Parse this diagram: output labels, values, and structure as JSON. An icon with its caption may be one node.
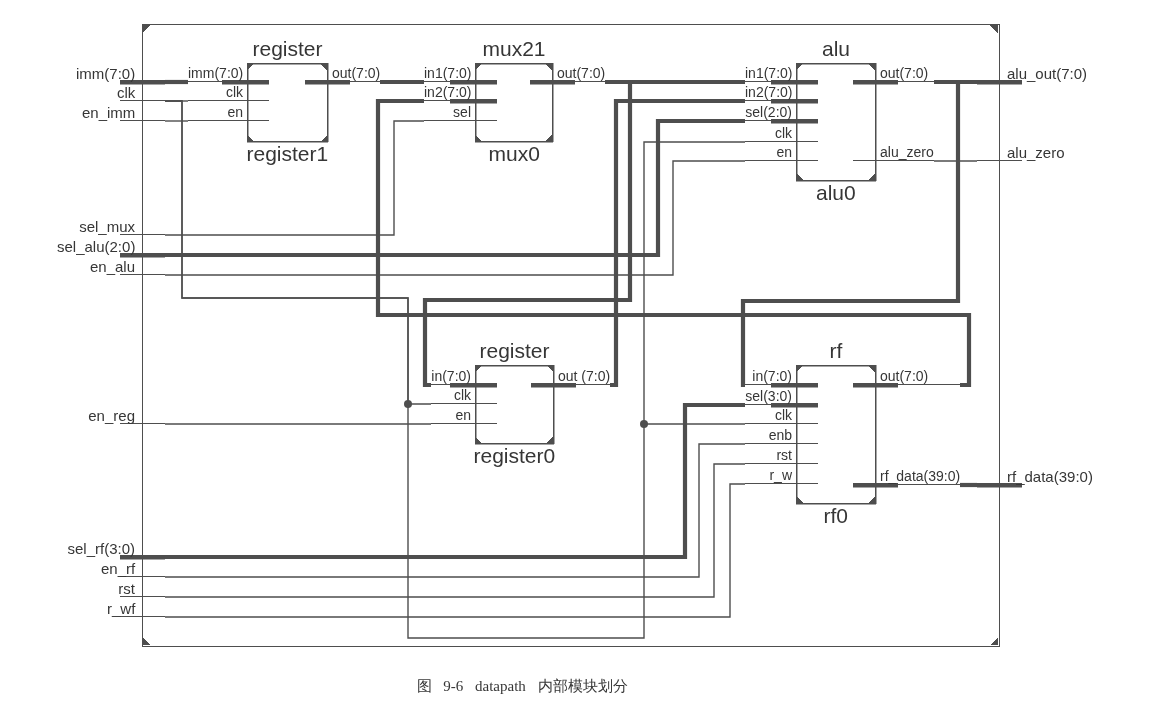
{
  "diagram": {
    "caption": "图 9-6 datapath 内部模块划分",
    "nodes": [
      {
        "text": [],
        "shape": "box"
      },
      {
        "text": [
          "register",
          "register1"
        ],
        "in": 0
      },
      {
        "text": [
          "imm(7:0)"
        ],
        "in": 1
      },
      {
        "text": [
          "clk"
        ],
        "in": 1
      },
      {
        "text": [
          "en"
        ],
        "in": 1
      },
      {
        "text": [
          "out(7:0)"
        ],
        "in": 1
      },
      {
        "text": [
          "mux21",
          "mux0"
        ],
        "in": 0
      },
      {
        "text": [
          "in1(7:0)"
        ],
        "in": 6
      },
      {
        "text": [
          "in2(7:0)"
        ],
        "in": 6
      },
      {
        "text": [
          "sel"
        ],
        "in": 6
      },
      {
        "text": [
          "out(7:0)"
        ],
        "in": 6
      },
      {
        "text": [
          "alu",
          "alu0"
        ],
        "in": 0
      },
      {
        "text": [
          "in1(7:0)"
        ],
        "in": 11
      },
      {
        "text": [
          "in2(7:0)"
        ],
        "in": 11
      },
      {
        "text": [
          "sel(2:0)"
        ],
        "in": 11
      },
      {
        "text": [
          "clk"
        ],
        "in": 11
      },
      {
        "text": [
          "en"
        ],
        "in": 11
      },
      {
        "text": [
          "out(7:0)"
        ],
        "in": 11
      },
      {
        "text": [
          "alu_zero"
        ],
        "in": 11
      },
      {
        "text": [
          "register",
          "register0"
        ],
        "in": 0
      },
      {
        "text": [
          "in(7:0)"
        ],
        "in": 19
      },
      {
        "text": [
          "clk"
        ],
        "in": 19
      },
      {
        "text": [
          "en"
        ],
        "in": 19
      },
      {
        "text": [
          "out (7:0)"
        ],
        "in": 19
      },
      {
        "text": [
          "rf",
          "rf0"
        ],
        "in": 0
      },
      {
        "text": [
          "in(7:0)"
        ],
        "in": 24
      },
      {
        "text": [
          "sel(3:0)"
        ],
        "in": 24
      },
      {
        "text": [
          "clk"
        ],
        "in": 24
      },
      {
        "text": [
          "enb"
        ],
        "in": 24
      },
      {
        "text": [
          "rst"
        ],
        "in": 24
      },
      {
        "text": [
          "r_w"
        ],
        "in": 24
      },
      {
        "text": [
          "out(7:0)"
        ],
        "in": 24
      },
      {
        "text": [
          "rf_data(39:0)"
        ],
        "in": 24
      },
      {
        "text": [
          "imm(7:0)"
        ]
      },
      {
        "text": [
          "clk"
        ]
      },
      {
        "text": [
          "en_imm"
        ]
      },
      {
        "text": [
          "sel_mux"
        ]
      },
      {
        "text": [
          "sel_alu(2:0)"
        ]
      },
      {
        "text": [
          "en_alu"
        ]
      },
      {
        "text": [
          "en_reg"
        ]
      },
      {
        "text": [
          "sel_rf(3:0)"
        ]
      },
      {
        "text": [
          "en_rf"
        ]
      },
      {
        "text": [
          "rst"
        ]
      },
      {
        "text": [
          "r_wf"
        ]
      },
      {
        "text": [
          "alu_out(7:0)"
        ]
      },
      {
        "text": [
          "alu_zero"
        ]
      },
      {
        "text": [
          "rf_data(39:0)"
        ]
      }
    ],
    "edges": [
      {
        "from": 33,
        "to": 2,
        "arrow": "none",
        "style": "thick"
      },
      {
        "from": 34,
        "to": 3,
        "arrow": "none"
      },
      {
        "from": 35,
        "to": 4,
        "arrow": "none"
      },
      {
        "from": 5,
        "to": 7,
        "arrow": "none",
        "style": "thick"
      },
      {
        "from": 31,
        "to": 8,
        "arrow": "none",
        "style": "thick"
      },
      {
        "from": 36,
        "to": 9,
        "arrow": "none"
      },
      {
        "from": 10,
        "to": 12,
        "arrow": "none",
        "style": "thick"
      },
      {
        "from": 23,
        "to": 13,
        "arrow": "none",
        "style": "thick"
      },
      {
        "from": 37,
        "to": 14,
        "arrow": "none",
        "style": "thick"
      },
      {
        "from": 34,
        "to": 15,
        "arrow": "none"
      },
      {
        "from": 38,
        "to": 16,
        "arrow": "none"
      },
      {
        "from": 17,
        "to": 44,
        "arrow": "none",
        "style": "thick"
      },
      {
        "from": 18,
        "to": 45,
        "arrow": "none"
      },
      {
        "from": 10,
        "to": 20,
        "arrow": "none",
        "style": "thick"
      },
      {
        "from": 34,
        "to": 21,
        "arrow": "none"
      },
      {
        "from": 39,
        "to": 22,
        "arrow": "none"
      },
      {
        "from": 17,
        "to": 25,
        "arrow": "none",
        "style": "thick"
      },
      {
        "from": 40,
        "to": 26,
        "arrow": "none",
        "style": "thick"
      },
      {
        "from": 34,
        "to": 27,
        "arrow": "none"
      },
      {
        "from": 41,
        "to": 28,
        "arrow": "none"
      },
      {
        "from": 42,
        "to": 29,
        "arrow": "none"
      },
      {
        "from": 43,
        "to": 30,
        "arrow": "none"
      },
      {
        "from": 32,
        "to": 46,
        "arrow": "none",
        "style": "thick"
      }
    ]
  }
}
